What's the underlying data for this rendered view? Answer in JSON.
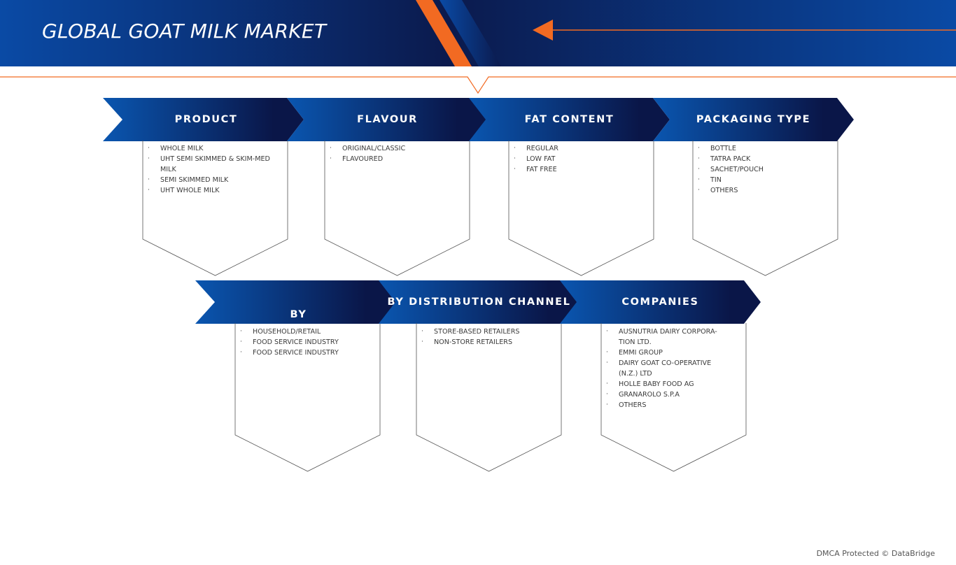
{
  "title": "GLOBAL GOAT MILK MARKET",
  "colors": {
    "banner_dark": "#0b1a4d",
    "banner_blue": "#0a4aa5",
    "accent_orange": "#f26a22",
    "chevron_light": "#0a56b0",
    "chevron_dark": "#0a1648",
    "outline": "#555555"
  },
  "segments_row1": [
    {
      "label": "PRODUCT",
      "items": [
        "WHOLE MILK",
        "UHT SEMI SKIMMED & SKIM-MED MILK",
        "SEMI SKIMMED MILK",
        "UHT WHOLE MILK"
      ]
    },
    {
      "label": "FLAVOUR",
      "items": [
        "ORIGINAL/CLASSIC",
        "FLAVOURED"
      ]
    },
    {
      "label": "FAT CONTENT",
      "items": [
        "REGULAR",
        "LOW FAT",
        "FAT FREE"
      ]
    },
    {
      "label": "PACKAGING TYPE",
      "items": [
        " BOTTLE",
        "TATRA PACK",
        "SACHET/POUCH",
        "TIN",
        "OTHERS"
      ]
    }
  ],
  "segments_row2": [
    {
      "label": "BY",
      "items": [
        "HOUSEHOLD/RETAIL",
        "FOOD SERVICE INDUSTRY",
        "FOOD SERVICE INDUSTRY"
      ]
    },
    {
      "label": "BY DISTRIBUTION CHANNEL",
      "items": [
        "STORE-BASED RETAILERS",
        "NON-STORE RETAILERS"
      ]
    },
    {
      "label": "COMPANIES",
      "items": [
        "AUSNUTRIA DAIRY CORPORA-TION LTD.",
        "EMMI GROUP",
        "DAIRY GOAT CO-OPERATIVE (N.Z.) LTD",
        "HOLLE BABY FOOD AG",
        "GRANAROLO S.P.A",
        "OTHERS"
      ]
    }
  ],
  "footer": "DMCA Protected © DataBridge"
}
